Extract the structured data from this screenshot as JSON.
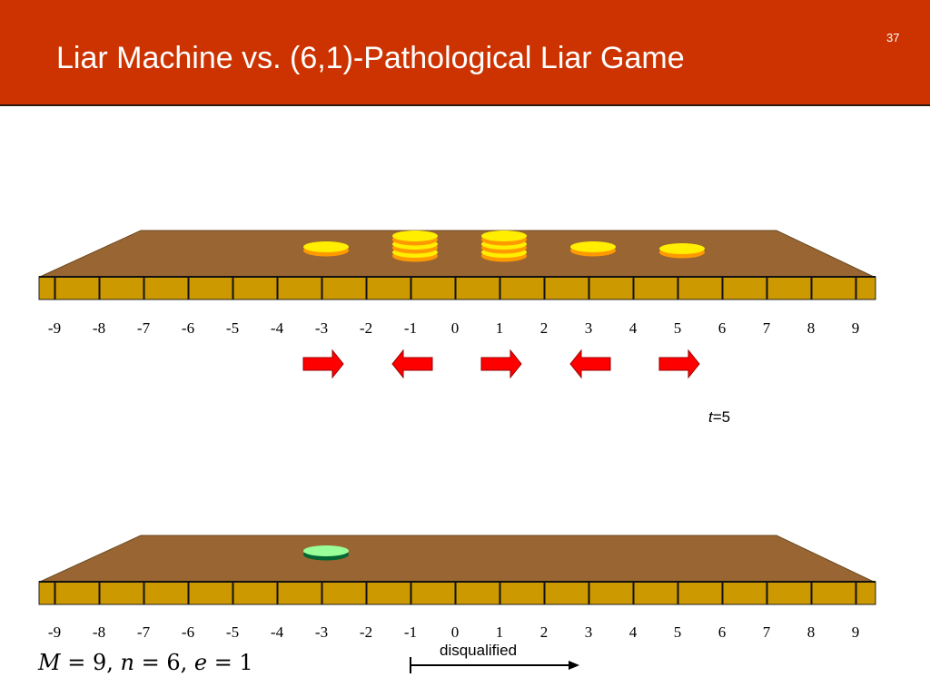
{
  "header": {
    "title": "Liar Machine vs. (6,1)-Pathological Liar Game",
    "slide_number": "37"
  },
  "colors": {
    "header_bg": "#cc3300",
    "board_top": "#996633",
    "board_front": "#cc9900",
    "chip_yellow_top": "#ffee00",
    "chip_yellow_side": "#ff9900",
    "chip_green_top": "#99ff99",
    "chip_green_side": "#006633",
    "arrow": "#ff0000"
  },
  "positions": [
    "-9",
    "-8",
    "-7",
    "-6",
    "-5",
    "-4",
    "-3",
    "-2",
    "-1",
    "0",
    "1",
    "2",
    "3",
    "4",
    "5",
    "6",
    "7",
    "8",
    "9"
  ],
  "top_board": {
    "chips": [
      {
        "position": -3,
        "count": 1
      },
      {
        "position": -1,
        "count": 3
      },
      {
        "position": 1,
        "count": 3
      },
      {
        "position": 3,
        "count": 1
      },
      {
        "position": 5,
        "count": 1
      }
    ],
    "arrows": [
      {
        "position": -3,
        "direction": "right"
      },
      {
        "position": -1,
        "direction": "left"
      },
      {
        "position": 1,
        "direction": "right"
      },
      {
        "position": 3,
        "direction": "left"
      },
      {
        "position": 5,
        "direction": "right"
      }
    ]
  },
  "time": {
    "var": "t",
    "rest": "=5"
  },
  "bottom_board": {
    "chips": [
      {
        "position": -3,
        "count": 1
      }
    ]
  },
  "params": {
    "m_var": "M",
    "m_rest": " = 9, ",
    "n_var": "n",
    "n_rest": " = 6, ",
    "e_var": "e",
    "e_rest": " = 1"
  },
  "disqualified": {
    "label": "disqualified",
    "from_position": -1
  }
}
